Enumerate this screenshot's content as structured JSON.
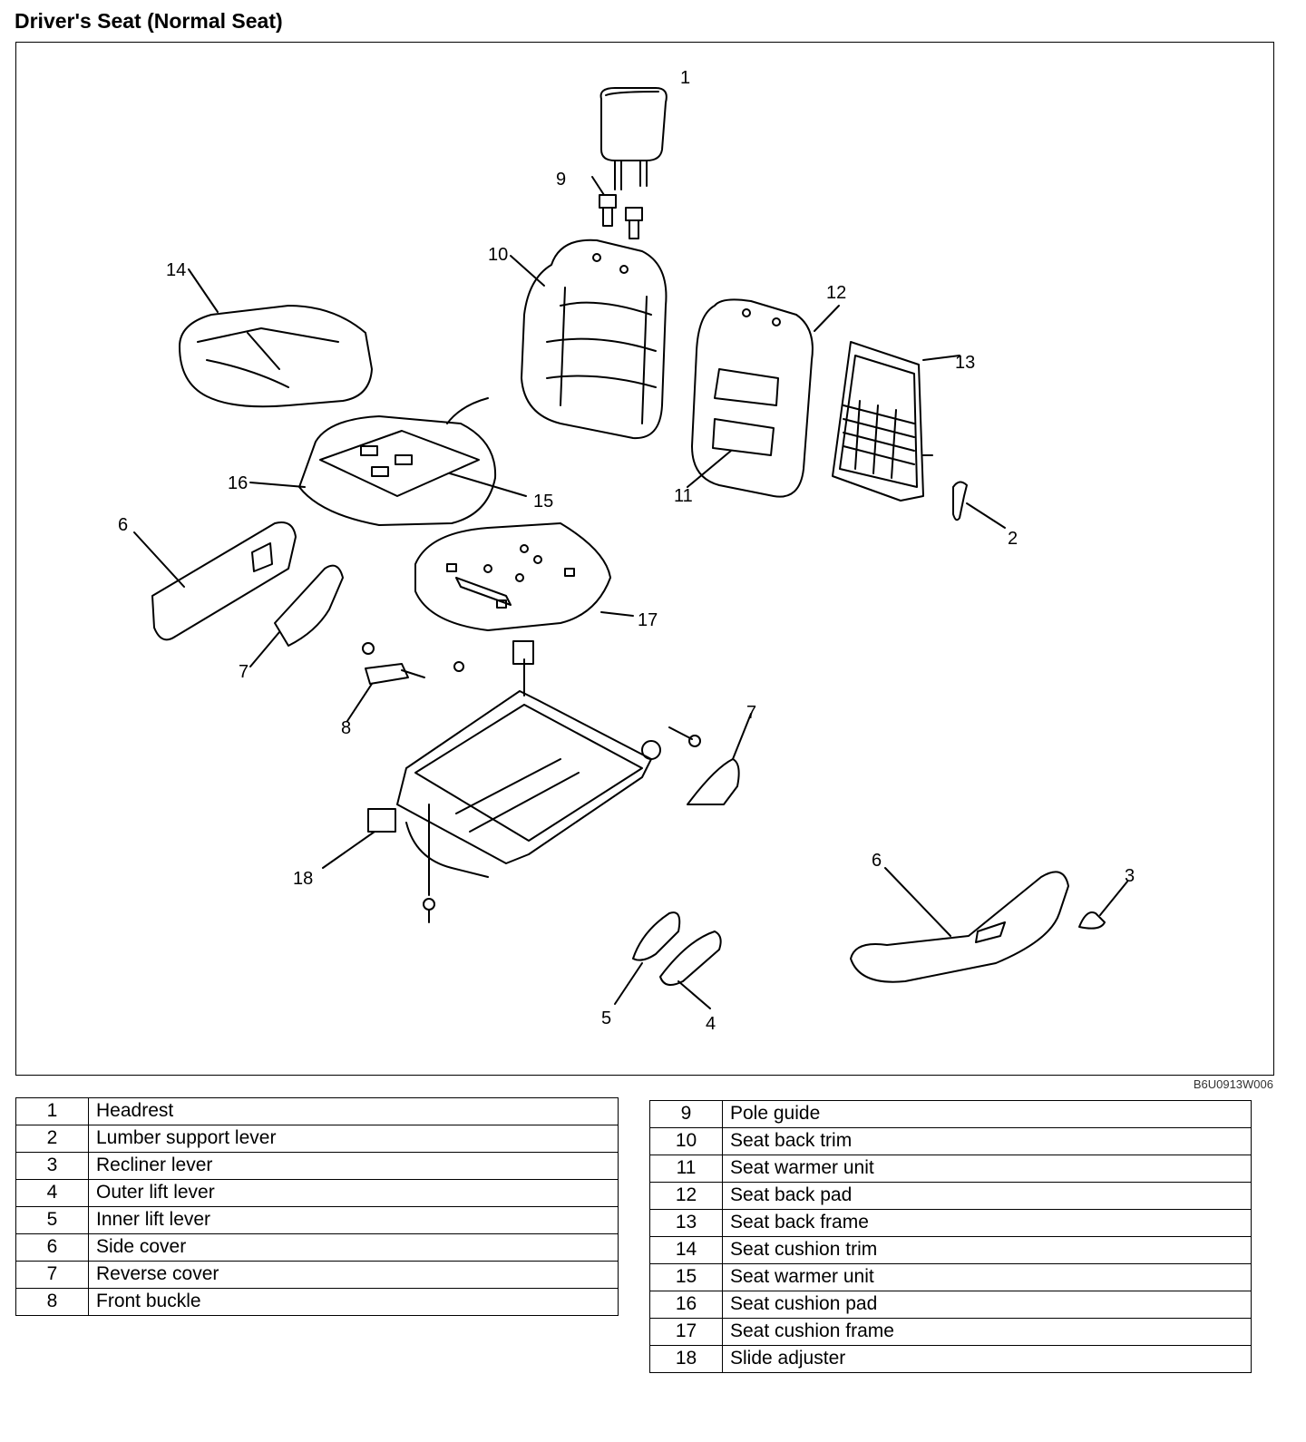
{
  "title": "Driver's Seat (Normal Seat)",
  "figure_code": "B6U0913W006",
  "callouts": {
    "c1": "1",
    "c2": "2",
    "c3": "3",
    "c4": "4",
    "c5": "5",
    "c6a": "6",
    "c6b": "6",
    "c7a": "7",
    "c7b": "7",
    "c8": "8",
    "c9": "9",
    "c10": "10",
    "c11": "11",
    "c12": "12",
    "c13": "13",
    "c14": "14",
    "c15": "15",
    "c16": "16",
    "c17": "17",
    "c18": "18"
  },
  "legend_left": [
    {
      "num": "1",
      "name": "Headrest"
    },
    {
      "num": "2",
      "name": "Lumber support lever"
    },
    {
      "num": "3",
      "name": "Recliner lever"
    },
    {
      "num": "4",
      "name": "Outer lift lever"
    },
    {
      "num": "5",
      "name": "Inner lift lever"
    },
    {
      "num": "6",
      "name": "Side cover"
    },
    {
      "num": "7",
      "name": "Reverse cover"
    },
    {
      "num": "8",
      "name": "Front buckle"
    }
  ],
  "legend_right": [
    {
      "num": "9",
      "name": "Pole guide"
    },
    {
      "num": "10",
      "name": "Seat back trim"
    },
    {
      "num": "11",
      "name": "Seat warmer unit"
    },
    {
      "num": "12",
      "name": "Seat back pad"
    },
    {
      "num": "13",
      "name": "Seat back frame"
    },
    {
      "num": "14",
      "name": "Seat cushion trim"
    },
    {
      "num": "15",
      "name": "Seat warmer unit"
    },
    {
      "num": "16",
      "name": "Seat cushion pad"
    },
    {
      "num": "17",
      "name": "Seat cushion frame"
    },
    {
      "num": "18",
      "name": "Slide adjuster"
    }
  ]
}
